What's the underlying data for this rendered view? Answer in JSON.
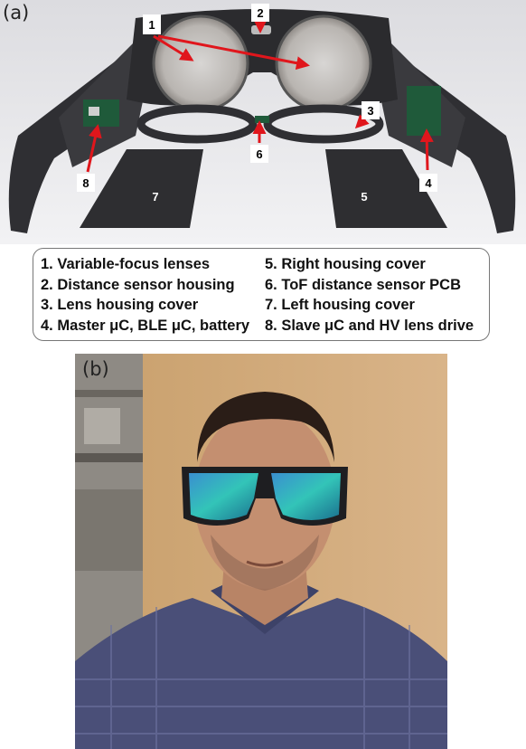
{
  "panel_a_label": "(a)",
  "panel_b_label": "(b)",
  "callouts": [
    "1",
    "2",
    "3",
    "4",
    "5",
    "6",
    "7",
    "8"
  ],
  "legend_left": [
    "1. Variable-focus lenses",
    "2. Distance sensor housing",
    "3. Lens housing cover",
    "4. Master μC, BLE μC, battery"
  ],
  "legend_right": [
    "5. Right housing cover",
    "6. ToF distance sensor PCB",
    "7. Left housing cover",
    "8. Slave μC and HV lens drive"
  ],
  "colors": {
    "arrow": "#e0161c",
    "frame": "#2b2b2e",
    "background_a": "#e9e9ec",
    "shirt": "#4a4f78",
    "lens_mirror": "#2fb7c0"
  }
}
